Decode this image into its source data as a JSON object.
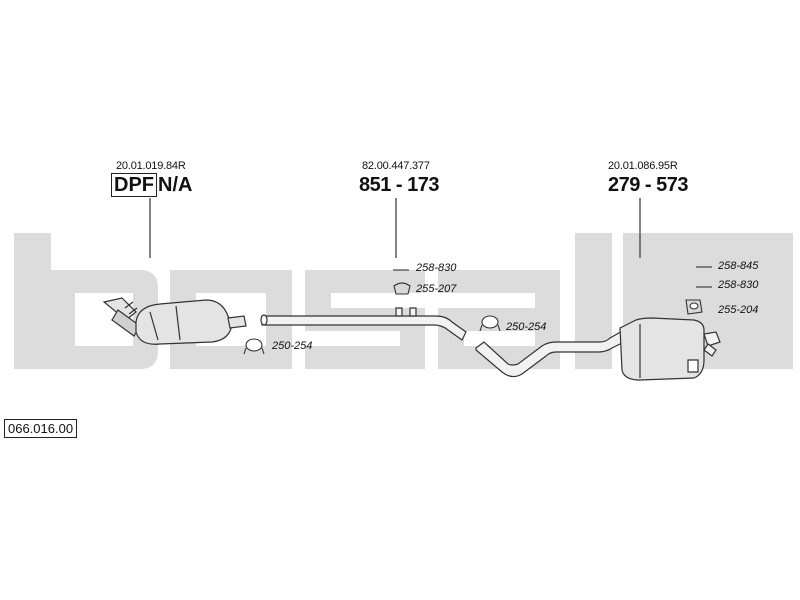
{
  "brand": "bosal",
  "diagram_ref": "066.016.00",
  "parts": [
    {
      "oem": "20.01.019.84R",
      "dpf_label": "DPF",
      "number": "N/A"
    },
    {
      "oem": "82.00.447.377",
      "number": "851 - 173"
    },
    {
      "oem": "20.01.086.95R",
      "number": "279 - 573"
    }
  ],
  "accessories": {
    "front_clamp": "250-254",
    "mid_clamp": "250-254",
    "mid_pipe_1": "258-830",
    "mid_pipe_2": "255-207",
    "rear_1": "258-845",
    "rear_2": "258-830",
    "rear_3": "255-204"
  },
  "colors": {
    "watermark": "#dcdcdc",
    "line": "#333333",
    "part_fill": "#e4e4e4"
  }
}
